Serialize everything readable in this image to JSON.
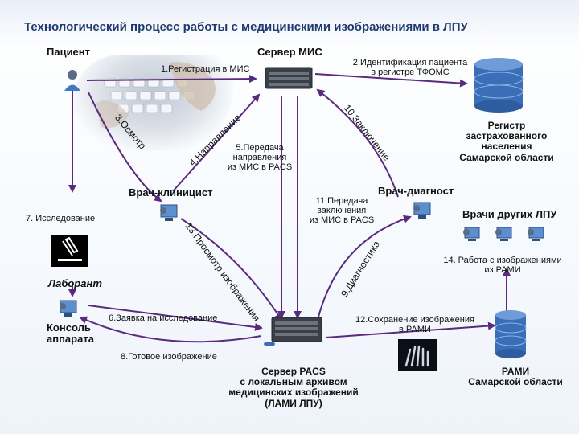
{
  "title": "Технологический процесс работы с медицинскими изображениями в ЛПУ",
  "actors": {
    "patient": "Пациент",
    "mis_server": "Сервер МИС",
    "clinician": "Врач-клиницист",
    "diagnostician": "Врач-диагност",
    "other_doctors": "Врачи других ЛПУ",
    "lab": "Лаборант",
    "console": [
      "Консоль",
      "аппарата"
    ],
    "pacs_server": [
      "Сервер PACS",
      "с локальным архивом",
      "медицинских изображений",
      "(ЛАМИ ЛПУ)"
    ],
    "registry": [
      "Регистр",
      "застрахованного",
      "населения",
      "Самарской области"
    ],
    "rami": [
      "РАМИ",
      "Самарской области"
    ]
  },
  "steps": {
    "s1": "1.Регистрация в МИС",
    "s2": [
      "2.Идентификация пациента",
      "в регистре ТФОМС"
    ],
    "s3": "3.Осмотр",
    "s4": "4.Направление",
    "s5": [
      "5.Передача",
      "направления",
      "из МИС в PACS"
    ],
    "s6": "6.Заявка на исследование",
    "s7": "7. Исследование",
    "s8": "8.Готовое изображение",
    "s9": "9.Диагностика",
    "s10": "10.Заключение",
    "s11": [
      "11.Передача",
      "заключения",
      "из МИС в PACS"
    ],
    "s12": [
      "12.Сохранение изображения",
      "в РАМИ"
    ],
    "s13": "13.Просмотр изображения",
    "s14": [
      "14. Работа с изображениями",
      "из РАМИ"
    ]
  },
  "colors": {
    "arrow": "#5a2a7e",
    "title": "#1f3a6e",
    "database": "#3a6fb8"
  },
  "icons": [
    "user-icon",
    "server-icon",
    "database-icon",
    "workstation-icon",
    "microscope-icon",
    "xray-image-icon",
    "keyboard-photo"
  ]
}
